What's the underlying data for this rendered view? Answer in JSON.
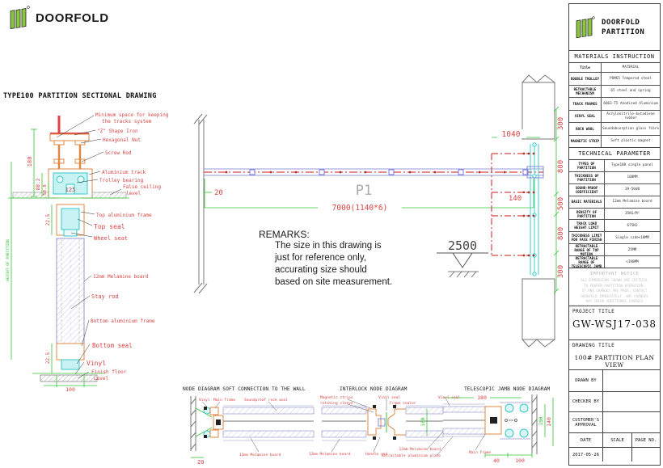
{
  "colors": {
    "callout_red": "#d84444",
    "dimension_green": "#35c435",
    "panel_cyan": "#3ecfcf",
    "frame_orange": "#dd8844",
    "hatch_purple": "#9a9ad0",
    "brand_green": "#8CC63F"
  },
  "icons": {
    "brand": "doorfold-green-bars-icon",
    "level_marker": "datum-triangle-icon"
  },
  "brand": {
    "name": "DOORFOLD"
  },
  "sectional": {
    "title": "TYPE100 PARTITION SECTIONAL DRAWING",
    "height_label": "HEIGHT OF PARTITION",
    "d180": "180",
    "d882": "88.2",
    "d588": "58.8",
    "d225a": "22.5",
    "d225b": "22.5",
    "d125": "125",
    "d100": "100",
    "labels": {
      "min_space1": "Minimum space for keeping",
      "min_space2": "the tracks system",
      "z_iron": "\"Z\" Shape Iron",
      "hex_nut": "Hexagonal Nut",
      "screw_rod": "Screw Rod",
      "alu_track": "Aluminium track",
      "trolley": "Trolley bearing",
      "ceiling1": "False ceiling",
      "ceiling2": "level",
      "top_frame": "Top aluminium frame",
      "top_seal": "Top seal",
      "wheel_seat": "Wheel seat",
      "melamine": "12mm Melamine board",
      "stay_rod": "Stay rod",
      "bottom_frame": "Bottom aluminium frame",
      "bottom_seal": "Bottom seal",
      "vinyl": "Vinyl",
      "floor1": "Finish floor",
      "floor2": "Level"
    }
  },
  "plan": {
    "p1": "P1",
    "d20": "20",
    "d7000": "7000(1140*6)",
    "d1040": "1040",
    "d140": "140",
    "r300a": "300",
    "r800a": "800",
    "r500": "500",
    "r800b": "800",
    "r300b": "300",
    "level": "2500"
  },
  "remarks": {
    "title": "REMARKS:",
    "line1": "The size in this drawing is",
    "line2": "just for reference only,",
    "line3": "accurating size should",
    "line4": "based on site measurement."
  },
  "node1": {
    "title": "NODE DIAGRAM SOFT CONNECTION TO THE WALL",
    "vinyl": "Vinyl",
    "main_frame": "Main frame",
    "rock_wool": "Soundproof rock wool",
    "melamine": "12mm Melamine board",
    "d20": "20"
  },
  "node2": {
    "title": "INTERLOCK NODE DIAGRAM",
    "magnetic": "Magnetic strips",
    "sleeve": "rotating sleeve",
    "vinyl_seal": "Vinyl seal",
    "frame_sealer": "Frame sealer",
    "melamine": "12mm Melamine board",
    "handle": "Handle rod",
    "d100": "100"
  },
  "node3": {
    "title": "TELESCOPIC JAMB NODE DIAGRAM",
    "vinyl_seal": "Vinyl seal",
    "melamine": "12mm Melamine board",
    "retractable": "Retractable aluminium plate",
    "main_frame": "Main frame",
    "d180": "180",
    "d40": "40",
    "d100a": "100",
    "d100b": "100",
    "d140": "140"
  },
  "tb": {
    "brand1": "DOORFOLD",
    "brand2": "PARTITION",
    "materials": {
      "header": "MATERIALS INSTRUCTION",
      "col_title": "Title",
      "col_material": "MATERIAL",
      "rows": [
        {
          "t": "DOUBLE TROLLEY",
          "m": "POM65 Tempered steel"
        },
        {
          "t": "RETRACTABLE MECHANISM",
          "m": "65 steel and spring"
        },
        {
          "t": "TRACK FRAMES",
          "m": "6063-T5 Anodized Aluminium"
        },
        {
          "t": "VINYL SEAL",
          "m": "Acrylonitrile-butadiene rubber"
        },
        {
          "t": "ROCK WOOL",
          "m": "Soundabsorption glass fibre"
        },
        {
          "t": "MAGNETIC STRIP",
          "m": "Soft plastic magnet"
        }
      ]
    },
    "technical": {
      "header": "TECHNICAL PARAMETER",
      "rows": [
        {
          "t": "TYPES OF PARTITION",
          "m": "Type100 single panel"
        },
        {
          "t": "THICKNESS OF PARTITION",
          "m": "100MM"
        },
        {
          "t": "SOUND-PROOF COEFFICIENT",
          "m": "39-50dB"
        },
        {
          "t": "BASIC MATERIALS",
          "m": "12mm Melamine board"
        },
        {
          "t": "DENSITY OF PARTITION",
          "m": "35KG/M²"
        },
        {
          "t": "TRACK LOAD WEIGHT LIMIT",
          "m": "675KG"
        },
        {
          "t": "THICKNESS LIMIT FOR FACE FINISH",
          "m": "Single side<10MM"
        },
        {
          "t": "RETRACTABLE RANGE OF TOP MOTION",
          "m": "25MM"
        },
        {
          "t": "RETRACTABLE RANGE OF TELESCOPIC JAMB",
          "m": "<190MM"
        }
      ]
    },
    "notice": {
      "title": "IMPORTANT NOTICE",
      "l1": "ALL DIMENSIONS SHOWN ARE CRITICAL",
      "l2": "TO PROPER PARTITION OPERATION.",
      "l3": "IF ANY CHANGES ARE MADE, CONTACT",
      "l4": "DOORFOLD IMMEDIATELY. ANY CHANGES",
      "l5": "MAY INCUR ADDITIONAL CHARGES"
    },
    "project_label": "PROJECT TITLE",
    "project_value": "GW-WSJ17-038",
    "drawing_label": "DRAWING TITLE",
    "drawing_value": "100# PARTITION PLAN VIEW",
    "drawn_by": "DRAWN BY",
    "checker_by": "CHECKER BY",
    "customer1": "CUSTOMER'S",
    "customer2": "APPROVAL",
    "date_label": "DATE",
    "scale_label": "SCALE",
    "page_label": "PAGE NO.",
    "date_value": "2017-05-26"
  }
}
